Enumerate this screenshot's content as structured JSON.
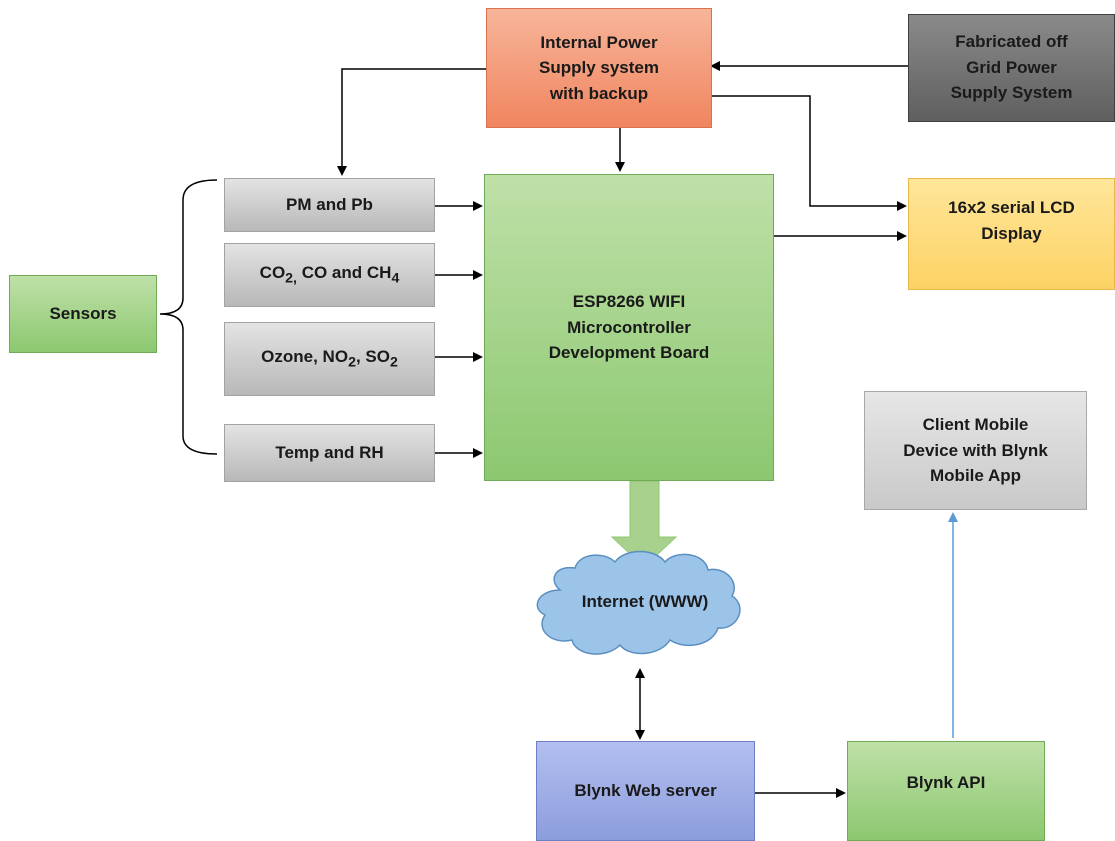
{
  "power_supply": {
    "line1": "Internal Power",
    "line2": "Supply system",
    "line3": "with backup"
  },
  "grid_power": {
    "line1": "Fabricated off",
    "line2": "Grid Power",
    "line3": "Supply System"
  },
  "lcd": {
    "line1": "16x2 serial LCD",
    "line2": "Display"
  },
  "sensors_label": "Sensors",
  "sensor_pm": "PM and Pb",
  "sensor_gas": {
    "co2": "CO",
    "co2_sub": "2,",
    "co": " CO and CH",
    "ch4_sub": "4"
  },
  "sensor_ozone": {
    "ozone": "Ozone, NO",
    "no2_sub": "2",
    "so2": ", SO",
    "so2_sub": "2"
  },
  "sensor_temp": "Temp and RH",
  "mcu": {
    "line1": "ESP8266 WIFI",
    "line2": "Microcontroller",
    "line3": "Development Board"
  },
  "internet": "Internet (WWW)",
  "client": {
    "line1": "Client Mobile",
    "line2": "Device with Blynk",
    "line3": "Mobile App"
  },
  "blynk_server": "Blynk Web server",
  "blynk_api": "Blynk API",
  "colors": {
    "arrow": "#000000",
    "blue_arrow": "#5b9bd5",
    "cloud": "#9cc3e8",
    "fat_arrow": "#a9d18e"
  }
}
